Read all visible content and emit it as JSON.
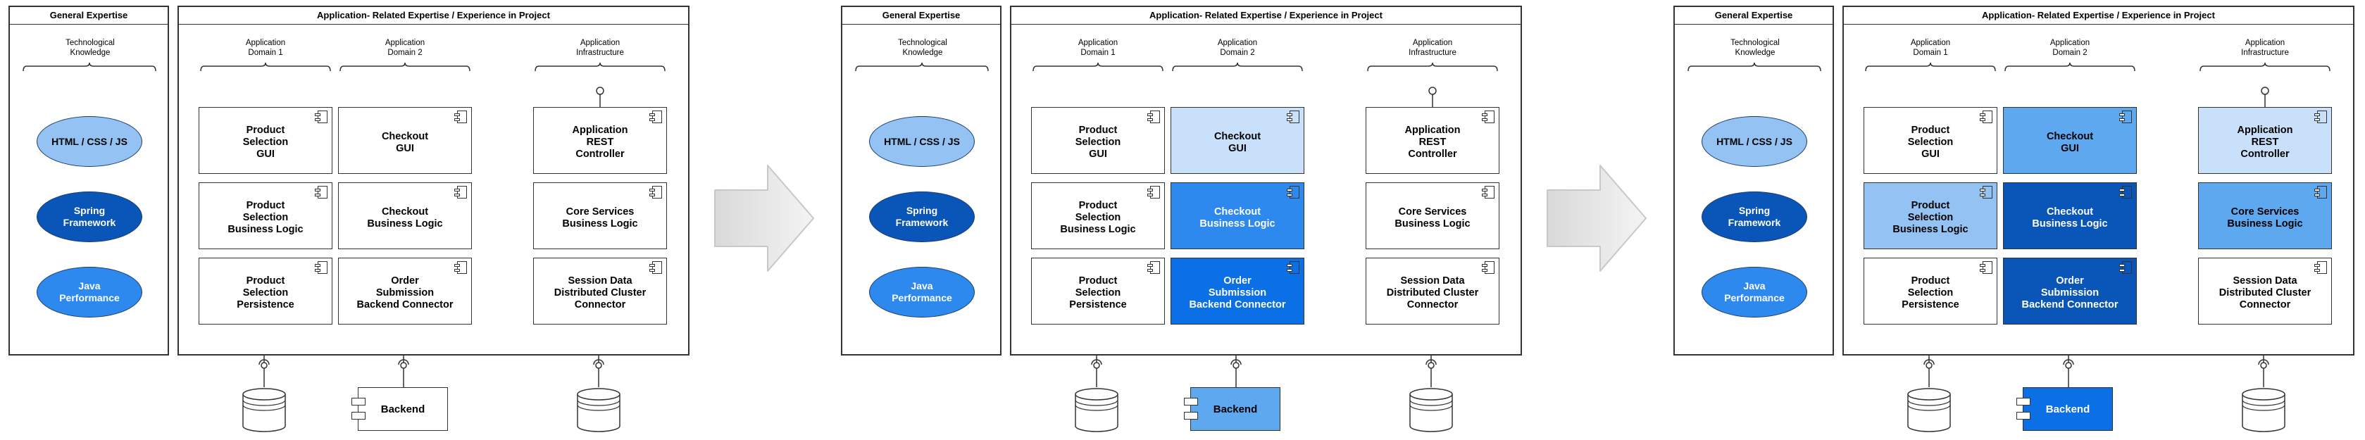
{
  "general_title": "General Expertise",
  "app_title": "Application- Related Expertise / Experience in Project",
  "tech_knowledge": "Technological\nKnowledge",
  "domain1": "Application\nDomain 1",
  "domain2": "Application\nDomain 2",
  "infra": "Application\nInfrastructure",
  "skills": [
    "HTML / CSS / JS",
    "Spring\nFramework",
    "Java\nPerformance"
  ],
  "components": [
    "Product\nSelection\nGUI",
    "Checkout\nGUI",
    "Application\nREST\nController",
    "Product\nSelection\nBusiness Logic",
    "Checkout\nBusiness Logic",
    "Core Services\nBusiness Logic",
    "Product\nSelection\nPersistence",
    "Order\nSubmission\nBackend Connector",
    "Session Data\nDistributed Cluster\nConnector"
  ],
  "backend_label": "Backend",
  "colors": {
    "white": "#ffffff",
    "very_light_blue": "#c9e0fa",
    "light_blue": "#94c2f2",
    "medium_blue": "#5ea8f0",
    "blue": "#2d89ee",
    "bright_blue": "#0b70e6",
    "dark_blue": "#0a56b8"
  },
  "panels": [
    {
      "skill_colors": [
        "#94c2f2",
        "#0a56b8",
        "#2d89ee"
      ],
      "skill_text_colors": [
        "#000000",
        "#ffffff",
        "#ffffff"
      ],
      "component_colors": [
        "#ffffff",
        "#ffffff",
        "#ffffff",
        "#ffffff",
        "#ffffff",
        "#ffffff",
        "#ffffff",
        "#ffffff",
        "#ffffff"
      ],
      "backend_color": "#ffffff"
    },
    {
      "skill_colors": [
        "#94c2f2",
        "#0a56b8",
        "#2d89ee"
      ],
      "skill_text_colors": [
        "#000000",
        "#ffffff",
        "#ffffff"
      ],
      "component_colors": [
        "#ffffff",
        "#c9e0fa",
        "#ffffff",
        "#ffffff",
        "#2d89ee",
        "#ffffff",
        "#ffffff",
        "#0b70e6",
        "#ffffff"
      ],
      "backend_color": "#5ea8f0"
    },
    {
      "skill_colors": [
        "#94c2f2",
        "#0a56b8",
        "#2d89ee"
      ],
      "skill_text_colors": [
        "#000000",
        "#ffffff",
        "#ffffff"
      ],
      "component_colors": [
        "#ffffff",
        "#5ea8f0",
        "#c9e0fa",
        "#94c2f2",
        "#0a56b8",
        "#5ea8f0",
        "#ffffff",
        "#0a56b8",
        "#ffffff"
      ],
      "backend_color": "#0b70e6"
    }
  ]
}
